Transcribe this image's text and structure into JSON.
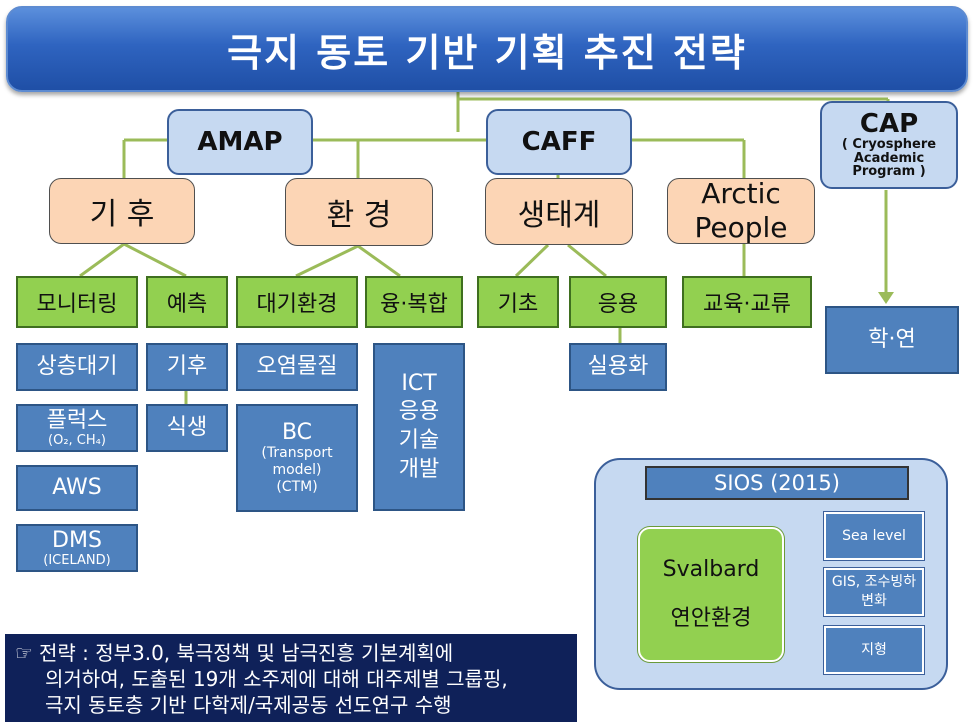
{
  "title": "극지 동토 기반 기획 추진 전략",
  "orgs": {
    "amap": "AMAP",
    "caff": "CAFF",
    "cap": "CAP",
    "cap_sub": [
      "( Cryosphere",
      "Academic",
      "Program )"
    ]
  },
  "categories": {
    "climate": "기 후",
    "environment": "환 경",
    "ecosystem": "생태계",
    "arctic_people": [
      "Arctic",
      "People"
    ]
  },
  "subcategories": {
    "monitoring": "모니터링",
    "forecast": "예측",
    "atmos_env": "대기환경",
    "convergence": "융·복합",
    "basic": "기초",
    "applied": "응용",
    "edu_exchange": "교육·교류",
    "academia": "학·연"
  },
  "items": {
    "upper_atmos": "상층대기",
    "flux": "플럭스",
    "flux_sub": "(O₂, CH₄)",
    "aws": "AWS",
    "dms": "DMS",
    "dms_sub": "(ICELAND)",
    "climate": "기후",
    "vegetation": "식생",
    "pollutant": "오염물질",
    "bc": "BC",
    "bc_sub": [
      "(Transport",
      "model)",
      "(CTM)"
    ],
    "ict": [
      "ICT",
      "응용",
      "기술",
      "개발"
    ],
    "practical": "실용화"
  },
  "sios": {
    "title": "SIOS (2015)",
    "main": [
      "Svalbard",
      "연안환경"
    ],
    "items": [
      "Sea level",
      "GIS, 조수빙하",
      "변화",
      "지형"
    ]
  },
  "strategy": {
    "bullet": "☞",
    "lines": [
      "전략 : 정부3.0, 북극정책 및 남극진흥 기본계획에",
      "의거하여, 도출된 19개 소주제에 대해 대주제별 그룹핑,",
      "극지 동토층 기반 다학제/국제공동 선도연구 수행"
    ]
  },
  "colors": {
    "title_blue": "#2f64c0",
    "org_fill": "#c6d9f1",
    "category_fill": "#fcd5b5",
    "sub_green": "#92d050",
    "item_blue": "#4f81bd",
    "connector_green": "#9bbb59",
    "strategy_navy": "#0f2159"
  }
}
